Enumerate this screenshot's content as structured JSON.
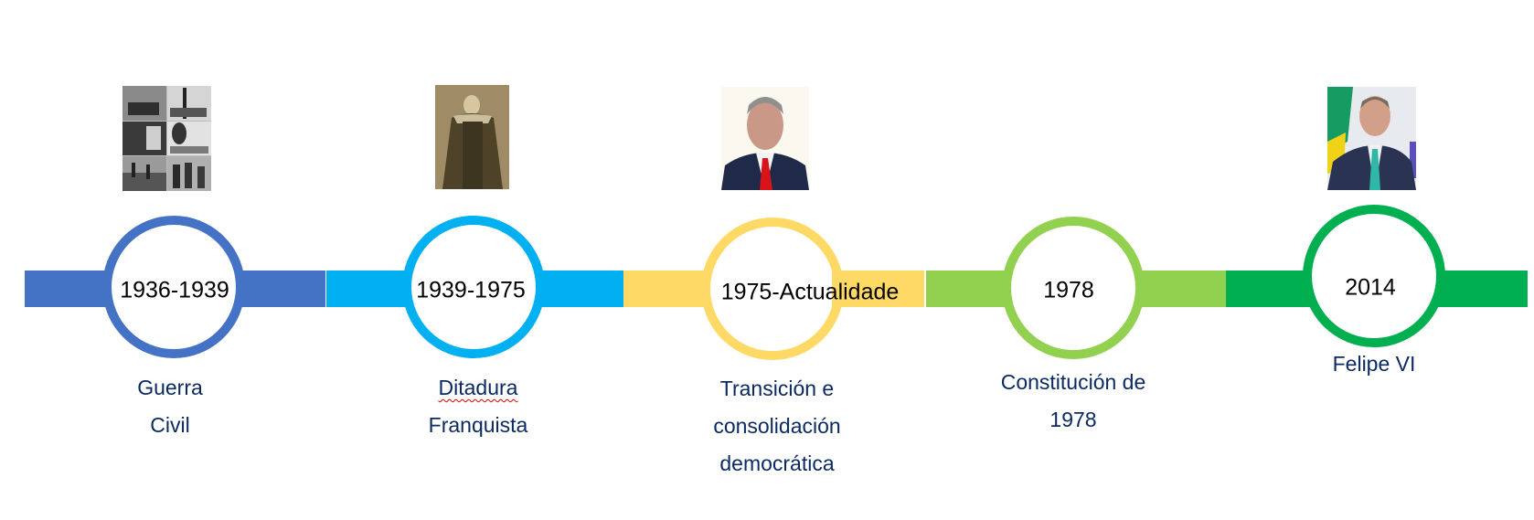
{
  "timeline": {
    "colors": {
      "blue": "#4472C4",
      "cyan": "#00B0F0",
      "yellow": "#FFD966",
      "light_green": "#92D050",
      "green": "#00B050",
      "label_text": "#0B2A63"
    },
    "events": [
      {
        "year": "1936-1939",
        "label_lines": [
          "Guerra",
          "Civil"
        ],
        "image": "civil-war-photo-collage",
        "color": "#4472C4"
      },
      {
        "year": "1939-1975",
        "label_lines": [
          "Ditadura",
          "Franquista"
        ],
        "image": "franco-portrait",
        "color": "#00B0F0"
      },
      {
        "year": "1975-Actualidade",
        "label_lines": [
          "Transición e",
          "consolidación",
          "democrática"
        ],
        "image": "juan-carlos-portrait",
        "color": "#FFD966"
      },
      {
        "year": "1978",
        "label_lines": [
          "Constitución de",
          "1978"
        ],
        "color": "#92D050"
      },
      {
        "year": "2014",
        "label_lines": [
          "Felipe VI"
        ],
        "image": "felipe-vi-portrait",
        "color": "#00B050"
      }
    ]
  }
}
